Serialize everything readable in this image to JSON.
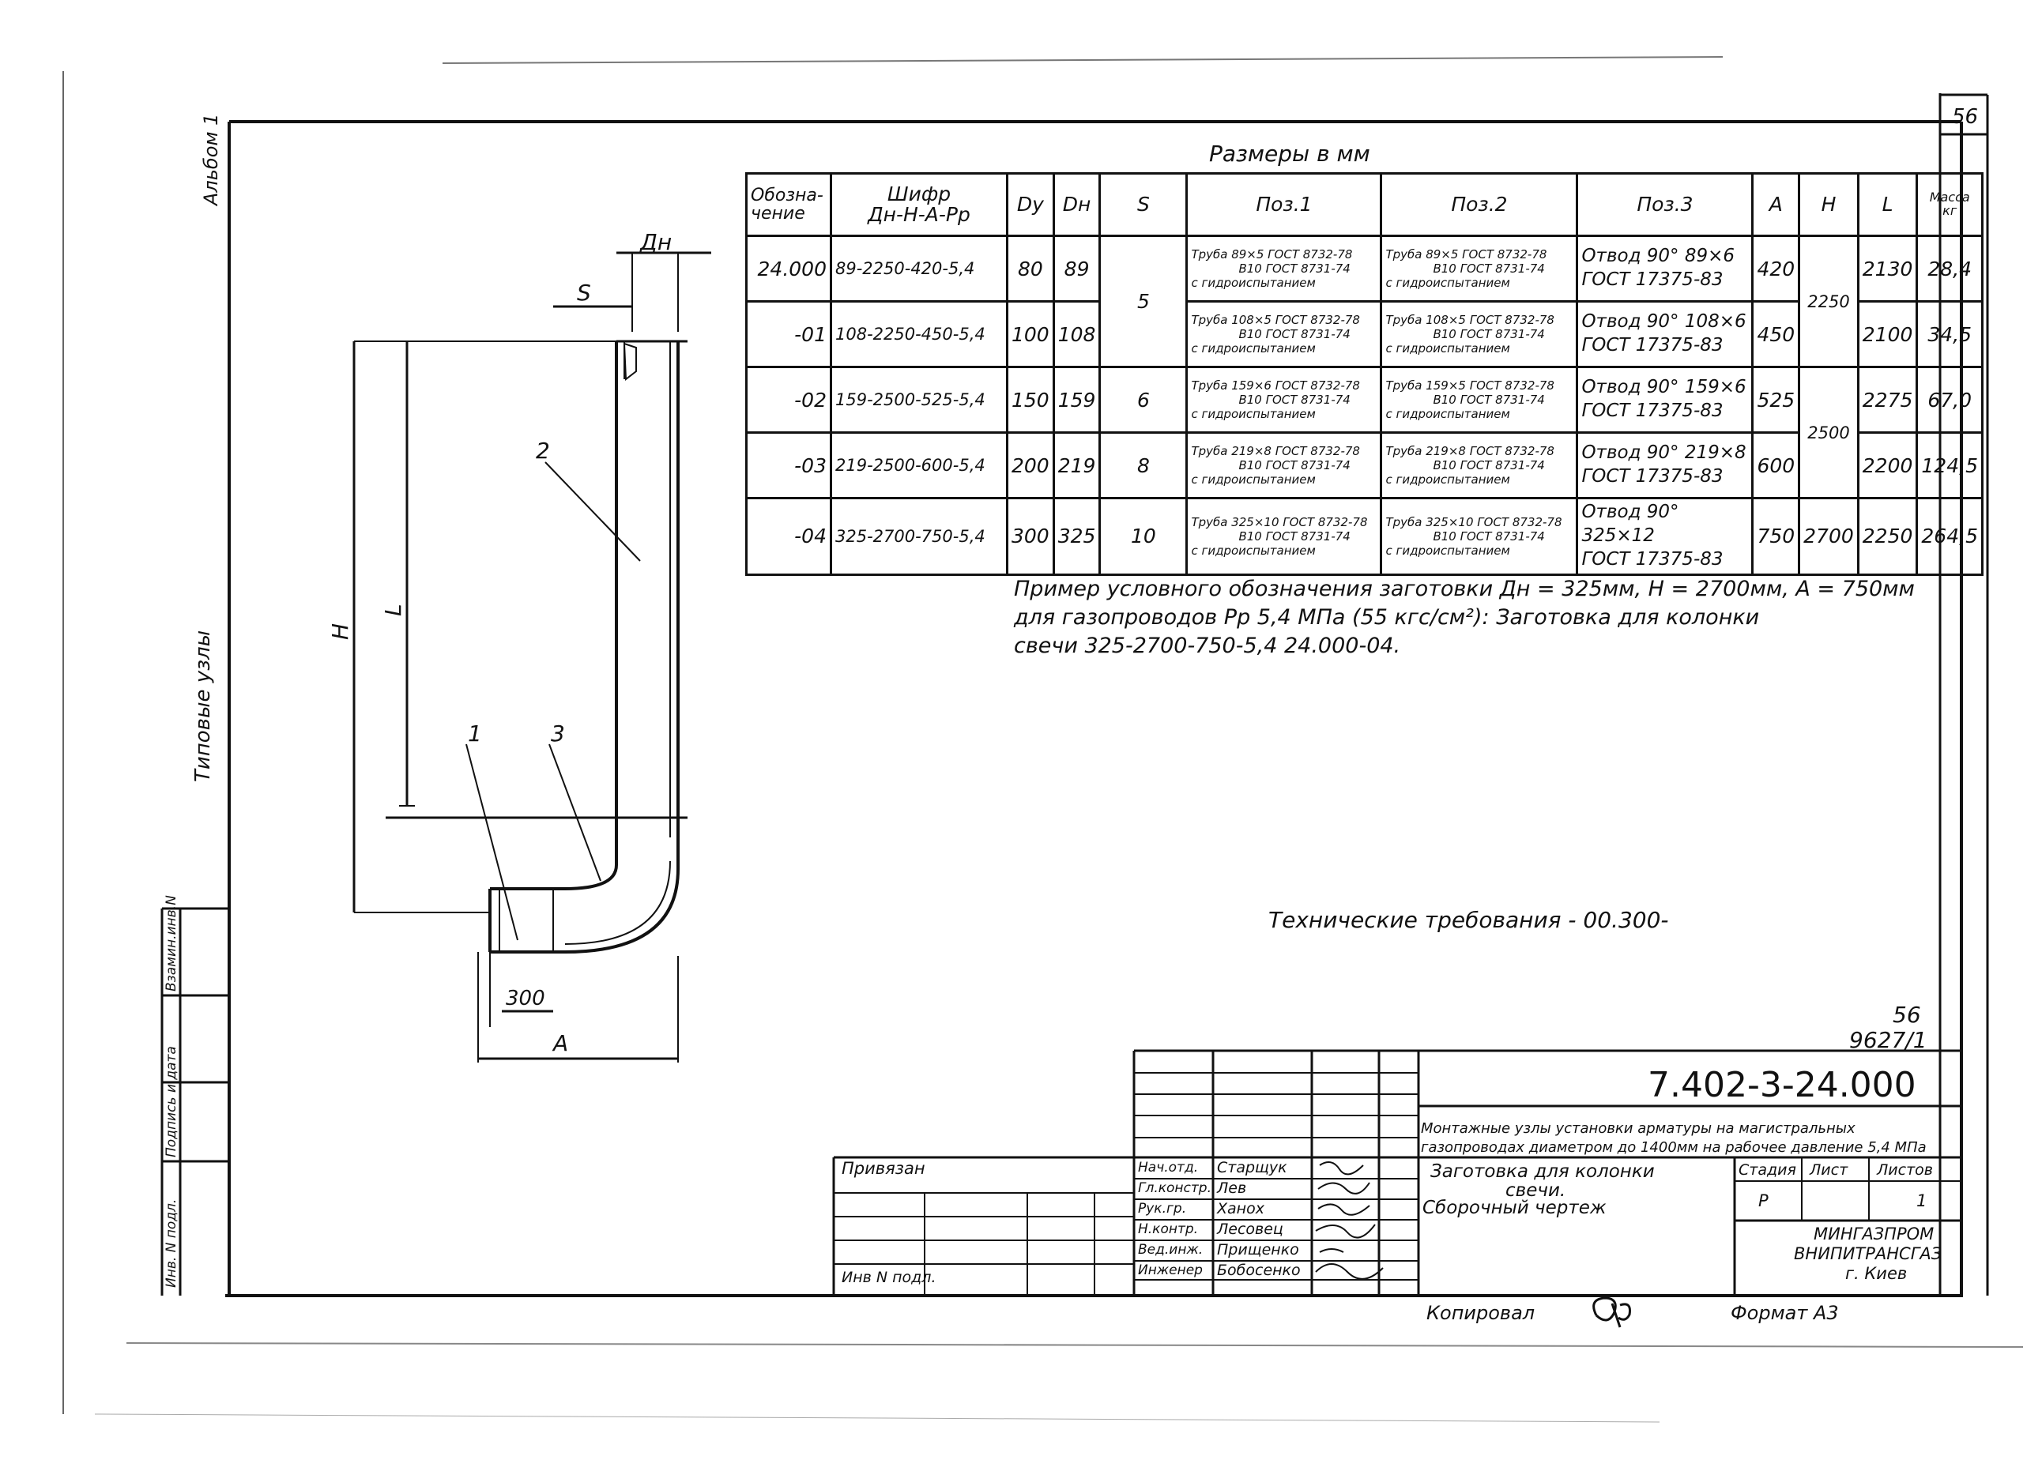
{
  "sheet": {
    "page_number": "56",
    "album_label": "Альбом 1",
    "side_label": "Типовые узлы",
    "side_stamp_fields": [
      "Инв. N подл.",
      "Подпись и дата",
      "Взамин.инв.N"
    ]
  },
  "drawing": {
    "labels": {
      "dn": "Дн",
      "s": "S",
      "h": "H",
      "l": "L",
      "a": "А",
      "dim_300": "300",
      "pos1": "1",
      "pos2": "2",
      "pos3": "3"
    }
  },
  "table": {
    "caption": "Размеры в мм",
    "headers": {
      "designation": "Обозна-\nчение",
      "cipher_1": "Шифр",
      "cipher_2": "Дн-Н-А-Рр",
      "dy": "Dy",
      "dn": "Dн",
      "s": "S",
      "pos1": "Поз.1",
      "pos2": "Поз.2",
      "pos3": "Поз.3",
      "a": "А",
      "h": "Н",
      "l": "L",
      "mass": "Масса\nкг"
    },
    "rows": [
      {
        "designation": "24.000",
        "cipher": "89-2250-420-5,4",
        "dy": "80",
        "dn": "89",
        "s": "5",
        "pos1_a": "Труба 89×5 ГОСТ 8732-78",
        "pos1_b": "В10 ГОСТ 8731-74",
        "pos1_c": "с гидроиспытанием",
        "pos2_a": "Труба 89×5 ГОСТ 8732-78",
        "pos2_b": "В10 ГОСТ 8731-74",
        "pos2_c": "с гидроиспытанием",
        "pos3_a": "Отвод 90° 89×6",
        "pos3_b": "ГОСТ 17375-83",
        "a": "420",
        "h": "2250",
        "l": "2130",
        "mass": "28,4"
      },
      {
        "designation": "-01",
        "cipher": "108-2250-450-5,4",
        "dy": "100",
        "dn": "108",
        "s": "",
        "pos1_a": "Труба 108×5 ГОСТ 8732-78",
        "pos1_b": "В10 ГОСТ 8731-74",
        "pos1_c": "с гидроиспытанием",
        "pos2_a": "Труба 108×5 ГОСТ 8732-78",
        "pos2_b": "В10 ГОСТ 8731-74",
        "pos2_c": "с гидроиспытанием",
        "pos3_a": "Отвод 90° 108×6",
        "pos3_b": "ГОСТ 17375-83",
        "a": "450",
        "h": "",
        "l": "2100",
        "mass": "34,5"
      },
      {
        "designation": "-02",
        "cipher": "159-2500-525-5,4",
        "dy": "150",
        "dn": "159",
        "s": "6",
        "pos1_a": "Труба 159×6 ГОСТ 8732-78",
        "pos1_b": "В10 ГОСТ 8731-74",
        "pos1_c": "с гидроиспытанием",
        "pos2_a": "Труба 159×5 ГОСТ 8732-78",
        "pos2_b": "В10 ГОСТ 8731-74",
        "pos2_c": "с гидроиспытанием",
        "pos3_a": "Отвод 90° 159×6",
        "pos3_b": "ГОСТ 17375-83",
        "a": "525",
        "h": "2500",
        "l": "2275",
        "mass": "67,0"
      },
      {
        "designation": "-03",
        "cipher": "219-2500-600-5,4",
        "dy": "200",
        "dn": "219",
        "s": "8",
        "pos1_a": "Труба 219×8 ГОСТ 8732-78",
        "pos1_b": "В10 ГОСТ 8731-74",
        "pos1_c": "с гидроиспытанием",
        "pos2_a": "Труба 219×8 ГОСТ 8732-78",
        "pos2_b": "В10 ГОСТ 8731-74",
        "pos2_c": "с гидроиспытанием",
        "pos3_a": "Отвод 90° 219×8",
        "pos3_b": "ГОСТ 17375-83",
        "a": "600",
        "h": "",
        "l": "2200",
        "mass": "124,5"
      },
      {
        "designation": "-04",
        "cipher": "325-2700-750-5,4",
        "dy": "300",
        "dn": "325",
        "s": "10",
        "pos1_a": "Труба 325×10 ГОСТ 8732-78",
        "pos1_b": "В10 ГОСТ 8731-74",
        "pos1_c": "с гидроиспытанием",
        "pos2_a": "Труба 325×10 ГОСТ 8732-78",
        "pos2_b": "В10 ГОСТ 8731-74",
        "pos2_c": "с гидроиспытанием",
        "pos3_a": "Отвод 90° 325×12",
        "pos3_b": "ГОСТ 17375-83",
        "a": "750",
        "h": "2700",
        "l": "2250",
        "mass": "264,5"
      }
    ]
  },
  "notes": {
    "example_1": "Пример условного обозначения заготовки Дн = 325мм, Н = 2700мм, А = 750мм",
    "example_2": "для газопроводов Рр 5,4 МПа (55 кгс/см²): Заготовка для колонки",
    "example_3": "свечи 325-2700-750-5,4  24.000-04.",
    "tech_req": "Технические требования - 00.300-"
  },
  "title_block": {
    "ref_top": "56",
    "ref_bottom": "9627/1",
    "doc_code": "7.402-3-24.000",
    "project_1": "Монтажные узлы установки арматуры на магистральных",
    "project_2": "газопроводах диаметром до 1400мм на рабочее давление 5,4 МПа",
    "bound_label": "Привязан",
    "inv_label": "Инв N подл.",
    "signatures": [
      {
        "role": "Нач.отд.",
        "name": "Старщук"
      },
      {
        "role": "Гл.констр.",
        "name": "Лев"
      },
      {
        "role": "Рук.гр.",
        "name": "Ханох"
      },
      {
        "role": "Н.контр.",
        "name": "Лесовец"
      },
      {
        "role": "Вед.инж.",
        "name": "Прищенко"
      },
      {
        "role": "Инженер",
        "name": "Бобосенко"
      }
    ],
    "item_name_1": "Заготовка для колонки",
    "item_name_2": "свечи.",
    "item_name_3": "Сборочный чертеж",
    "stage_label": "Стадия",
    "sheet_label": "Лист",
    "sheets_label": "Листов",
    "stage_value": "Р",
    "sheets_value": "1",
    "org_1": "МИНГАЗПРОМ",
    "org_2": "ВНИПИТРАНСГАЗ",
    "org_3": "г. Киев",
    "copied_label": "Копировал",
    "format_label": "Формат А3"
  }
}
